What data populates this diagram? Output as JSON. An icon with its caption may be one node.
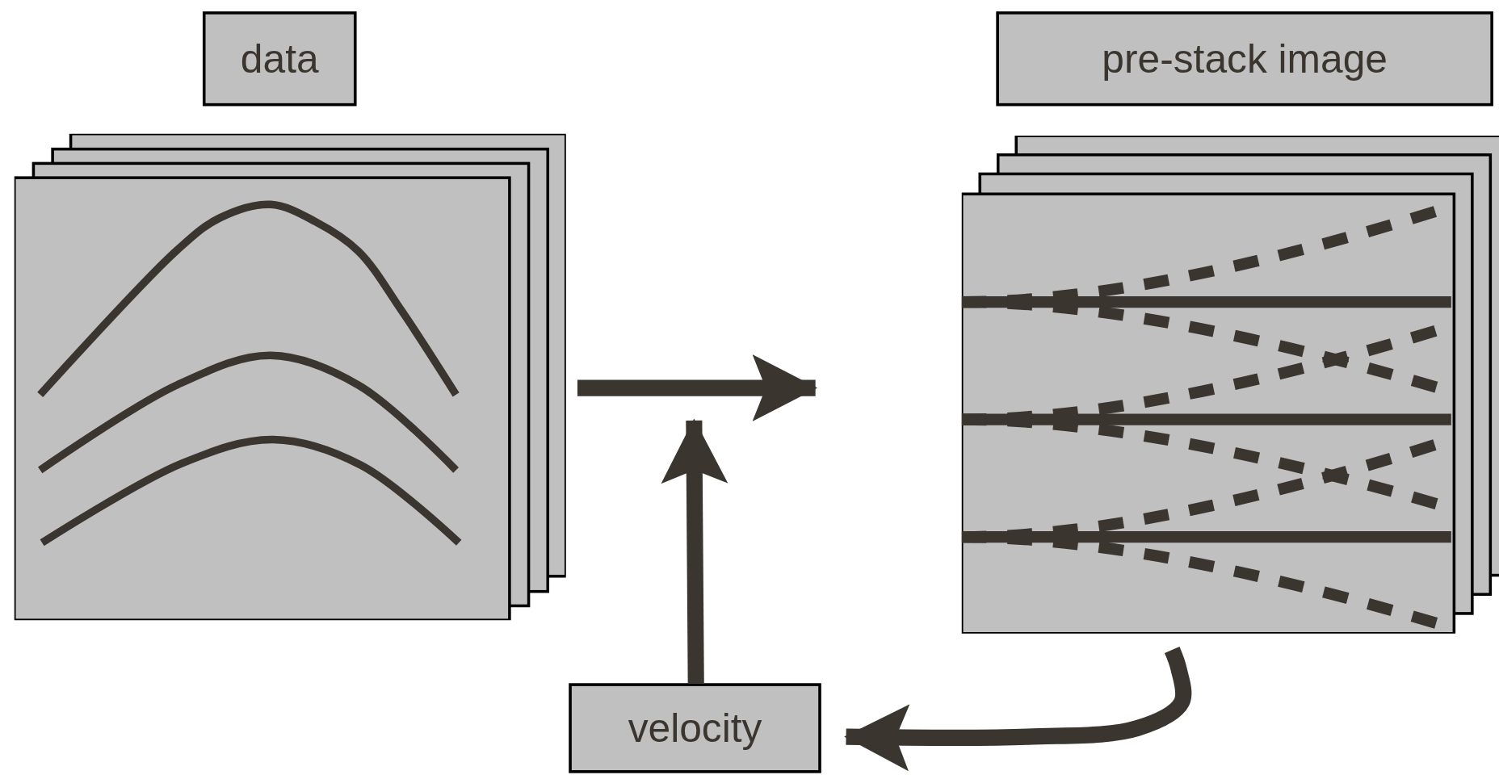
{
  "diagram": {
    "nodes": [
      {
        "text": [
          "data"
        ]
      },
      {
        "text": [
          "pre-stack image"
        ]
      },
      {
        "text": [
          "velocity"
        ]
      },
      {
        "text": [],
        "shape": "picture"
      },
      {
        "text": [],
        "shape": "picture"
      }
    ],
    "edges": [
      {
        "from": 3,
        "to": 4,
        "arrow": "to"
      },
      {
        "from": 2,
        "to": null,
        "arrow": "to"
      },
      {
        "from": 4,
        "to": 2,
        "arrow": "to"
      }
    ]
  }
}
